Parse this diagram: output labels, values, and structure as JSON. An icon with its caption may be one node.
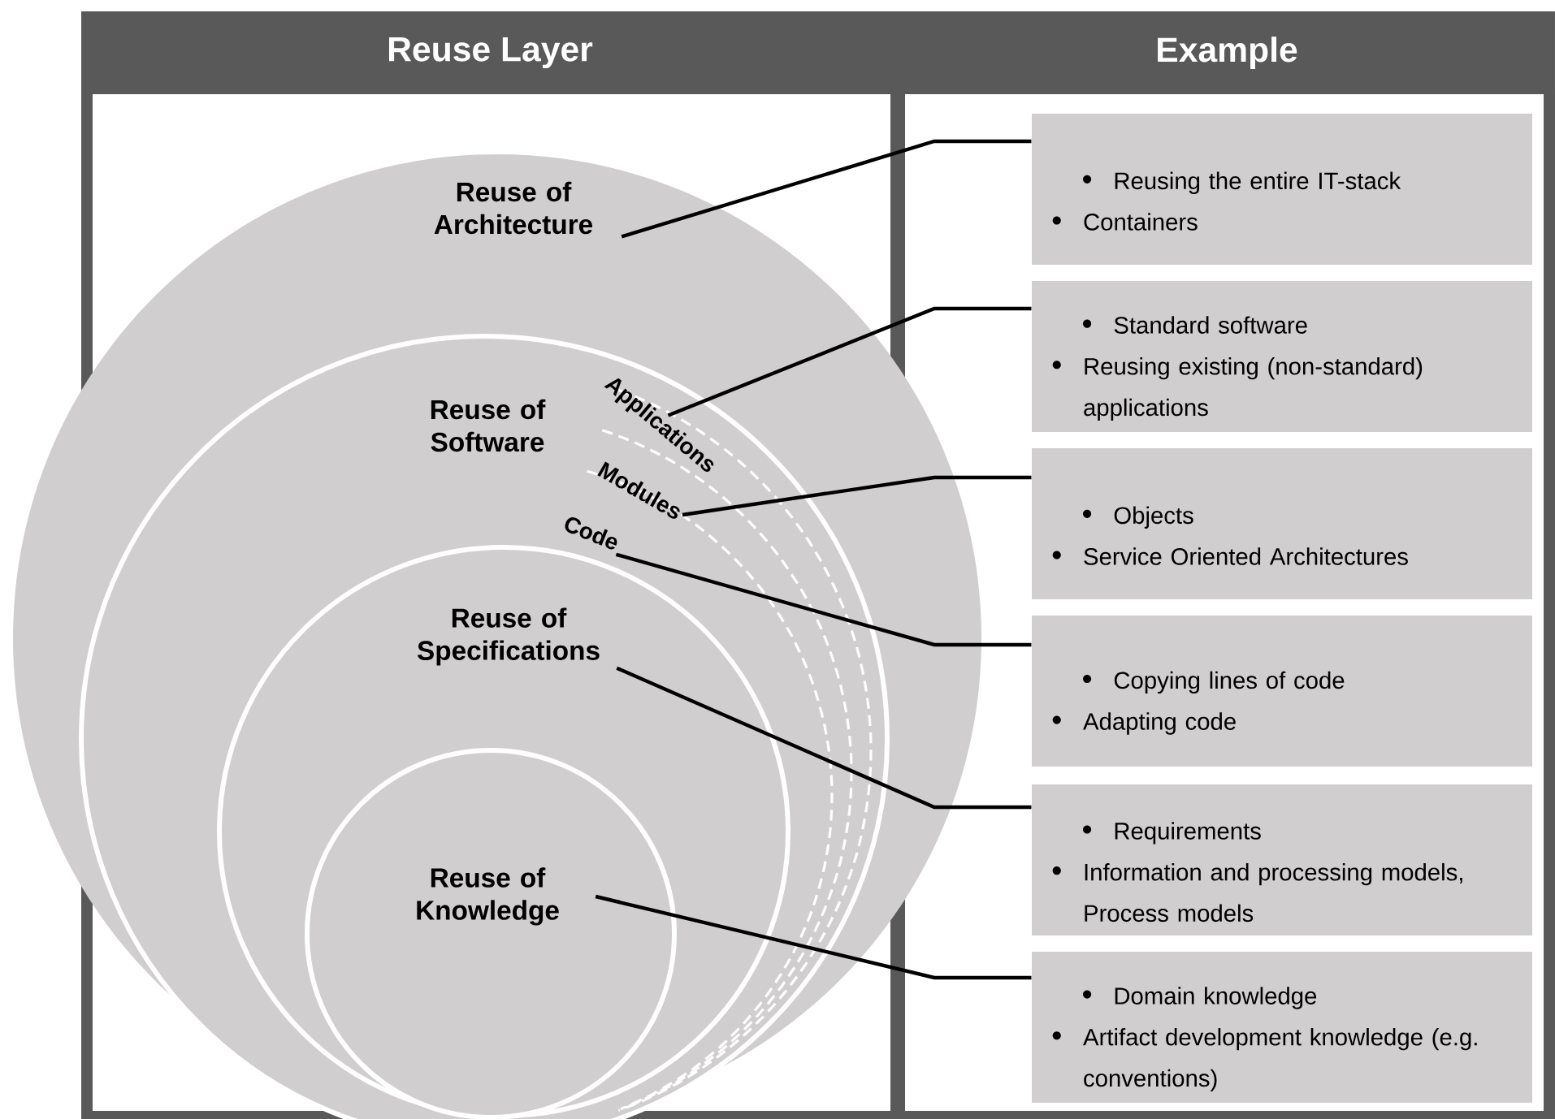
{
  "diagram": {
    "nodes": [
      {
        "text": [
          "Reuse Layer"
        ]
      },
      {
        "text": [
          "Example"
        ]
      },
      {
        "text": [
          "Reuse of Architecture"
        ]
      },
      {
        "text": [
          "Reuse of Software"
        ],
        "in": 2
      },
      {
        "text": [
          "Applications"
        ],
        "in": 3
      },
      {
        "text": [
          "Modules"
        ],
        "in": 3
      },
      {
        "text": [
          "Code"
        ],
        "in": 3
      },
      {
        "text": [
          "Reuse of Specifications"
        ],
        "in": 3
      },
      {
        "text": [
          "Reuse of Knowledge"
        ],
        "in": 7
      },
      {
        "text": [
          "Reusing the entire IT-stack",
          "Containers"
        ]
      },
      {
        "text": [
          "Standard software",
          "Reusing existing (non-standard) applications"
        ]
      },
      {
        "text": [
          "Objects",
          "Service Oriented Architectures"
        ]
      },
      {
        "text": [
          "Copying lines of code",
          "Adapting code"
        ]
      },
      {
        "text": [
          "Requirements",
          "Information and processing models, Process models"
        ]
      },
      {
        "text": [
          "Domain knowledge",
          "Artifact development knowledge (e.g. conventions)"
        ]
      }
    ],
    "edges": [
      {
        "from": 2,
        "to": 9,
        "arrow": "none"
      },
      {
        "from": 4,
        "to": 10,
        "arrow": "none"
      },
      {
        "from": 5,
        "to": 11,
        "arrow": "none"
      },
      {
        "from": 6,
        "to": 12,
        "arrow": "none"
      },
      {
        "from": 7,
        "to": 13,
        "arrow": "none"
      },
      {
        "from": 8,
        "to": 14,
        "arrow": "none"
      }
    ]
  }
}
